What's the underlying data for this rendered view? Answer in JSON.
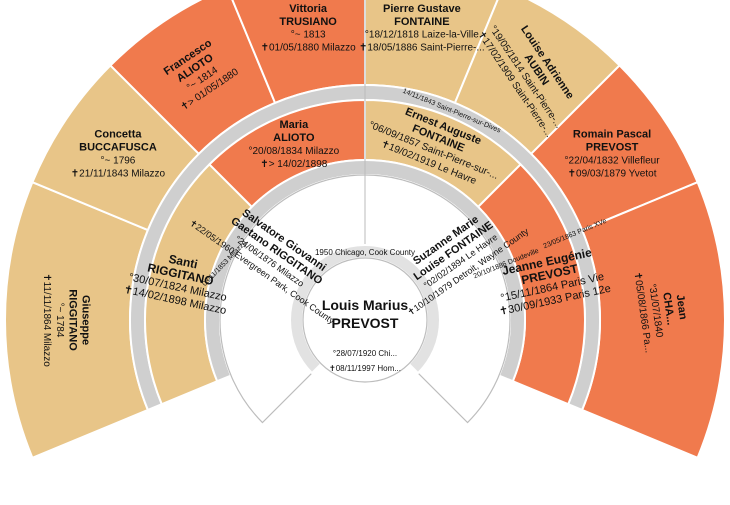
{
  "root": {
    "first": "Louis Marius",
    "last": "PREVOST",
    "birth": "°28/07/1920 Chi...",
    "death": "✝08/11/1997 Hom..."
  },
  "unions": {
    "g1": "1950 Chicago, Cook County",
    "g2_left": "03/11/1853 Milazzo",
    "g2_right": "20/10/1886 Doudeville",
    "g3_leftpair": "",
    "g3_rightpair": "14/11/1843 Saint-Pierre-sur-Dives",
    "g3_rightlow": "23/05/1863 Paris XVe"
  },
  "g1": {
    "father": {
      "first": "Salvatore Giovanni",
      "last": "Gaetano RIGGITANO",
      "birth": "°24/06/1876 Milazzo",
      "death": "✝22/05/1960 Evergreen Park, Cook County"
    },
    "mother": {
      "first": "Suzanne Marie",
      "last": "Louise FONTAINE",
      "birth": "°02/02/1894 Le Havre",
      "death": "✝10/10/1979 Detroit, Wayne County"
    }
  },
  "g2": {
    "ff": {
      "first": "Santi",
      "last": "RIGGITANO",
      "birth": "°30/07/1824 Milazzo",
      "death": "✝14/02/1898 Milazzo"
    },
    "fm": {
      "first": "Maria",
      "last": "ALIOTO",
      "birth": "°20/08/1834 Milazzo",
      "death": "✝> 14/02/1898"
    },
    "mf": {
      "first": "Ernest Auguste",
      "last": "FONTAINE",
      "birth": "°06/09/1857 Saint-Pierre-sur-...",
      "death": "✝19/02/1919 Le Havre"
    },
    "mm": {
      "first": "Jeanne Eugénie",
      "last": "PREVOST",
      "birth": "°15/11/1864 Paris Vie",
      "death": "✝30/09/1933 Paris 12e"
    }
  },
  "g3": {
    "p1": {
      "first": "Giuseppe",
      "last": "RIGGITANO",
      "birth": "°~ 1784",
      "death": "✝11/11/1864 Milazzo"
    },
    "p2": {
      "first": "Concetta",
      "last": "BUCCAFUSCA",
      "birth": "°~ 1796",
      "death": "✝21/11/1843 Milazzo"
    },
    "p3": {
      "first": "Francesco",
      "last": "ALIOTO",
      "birth": "°~ 1814",
      "death": "✝> 01/05/1880"
    },
    "p4": {
      "first": "Vittoria",
      "last": "TRUSIANO",
      "birth": "°~ 1813",
      "death": "✝01/05/1880 Milazzo"
    },
    "p5": {
      "first": "Pierre Gustave",
      "last": "FONTAINE",
      "birth": "°18/12/1818 Laize-la-Ville",
      "death": "✝18/05/1886 Saint-Pierre-..."
    },
    "p6": {
      "first": "Louise Adrienne",
      "last": "AUBIN",
      "birth": "°19/05/1814 Saint-Pierre-...",
      "death": "✝17/02/1909 Saint-Pierre-..."
    },
    "p7": {
      "first": "Romain Pascal",
      "last": "PREVOST",
      "birth": "°22/04/1832 Villefleur",
      "death": "✝09/03/1879 Yvetot"
    },
    "p8": {
      "first": "Jean",
      "last": "CHA...",
      "birth": "°31/07/1840",
      "death": "✝05/08/1866 Pa..."
    }
  },
  "colors": {
    "male": "#f07a4d",
    "female": "#e8c588",
    "ring": "#cfcfcf",
    "line": "#ffffff"
  }
}
